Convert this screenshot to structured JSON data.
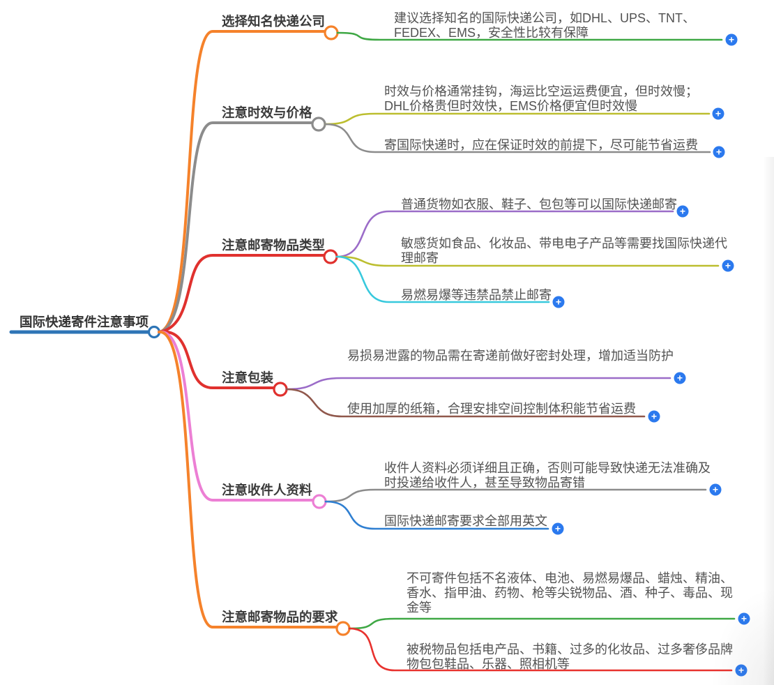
{
  "root": {
    "label": "国际快递寄件注意事项",
    "color": "#2E75B6"
  },
  "branches": [
    {
      "label": "选择知名快递公司",
      "color": "#F5822B",
      "children": [
        {
          "text": "建议选择知名的国际快递公司，如DHL、UPS、TNT、FEDEX、EMS，安全性比较有保障",
          "color": "#3FA845"
        }
      ]
    },
    {
      "label": "注意时效与价格",
      "color": "#8C8C8C",
      "children": [
        {
          "text": "时效与价格通常挂钩，海运比空运运费便宜，但时效慢；DHL价格贵但时效快，EMS价格便宜但时效慢",
          "color": "#BCBE2F"
        },
        {
          "text": "寄国际快递时，应在保证时效的前提下，尽可能节省运费",
          "color": "#8C8C8C"
        }
      ]
    },
    {
      "label": "注意邮寄物品类型",
      "color": "#E0312E",
      "children": [
        {
          "text": "普通货物如衣服、鞋子、包包等可以国际快递邮寄",
          "color": "#9B6CC8"
        },
        {
          "text": "敏感货如食品、化妆品、带电电子产品等需要找国际快递代理邮寄",
          "color": "#BCBE2F"
        },
        {
          "text": "易燃易爆等违禁品禁止邮寄",
          "color": "#38C9DD"
        }
      ]
    },
    {
      "label": "注意包装",
      "color": "#E0312E",
      "children": [
        {
          "text": "易损易泄露的物品需在寄递前做好密封处理，增加适当防护",
          "color": "#9B6CC8"
        },
        {
          "text": "使用加厚的纸箱，合理安排空间控制体积能节省运费",
          "color": "#90584C"
        }
      ]
    },
    {
      "label": "注意收件人资料",
      "color": "#EC7FD4",
      "children": [
        {
          "text": "收件人资料必须详细且正确，否则可能导致快递无法准确及时投递给收件人，甚至导致物品寄错",
          "color": "#8C8C8C"
        },
        {
          "text": "国际快递邮寄要求全部用英文",
          "color": "#2F7FD1"
        }
      ]
    },
    {
      "label": "注意邮寄物品的要求",
      "color": "#F5822B",
      "children": [
        {
          "text": "不可寄件包括不名液体、电池、易燃易爆品、蜡烛、精油、香水、指甲油、药物、枪等尖锐物品、酒、种子、毒品、现金等",
          "color": "#3FA845"
        },
        {
          "text": "被税物品包括电产品、书籍、过多的化妆品、过多奢侈品牌物包包鞋品、乐器、照相机等",
          "color": "#E8322E"
        }
      ]
    }
  ],
  "ui": {
    "add_button_glyph": "+",
    "add_button_color": "#2B79EE"
  }
}
